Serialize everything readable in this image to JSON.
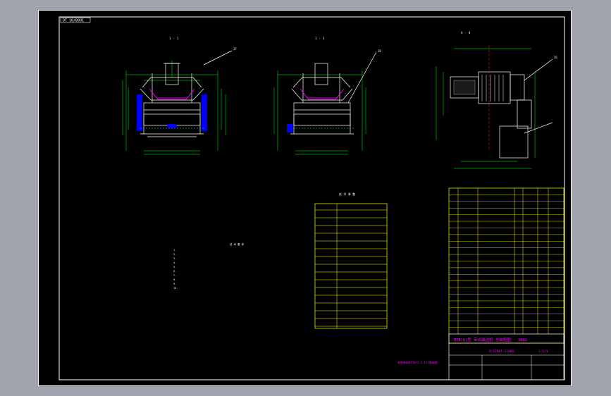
{
  "sheet": {
    "tag": "DT 10/8001",
    "title": "DTⅡ(A)型 带式输送机 总装配图 - 2002",
    "drawing_no": "D-17001-2100G",
    "scale": "1:1/1"
  },
  "views": [
    {
      "label": "1 - 1",
      "callout": "27"
    },
    {
      "label": "1 - 1",
      "callout": "28"
    },
    {
      "label": "4 - 4",
      "callout": "26"
    }
  ],
  "notes": {
    "title": "技 术 要 求",
    "items": [
      "1.",
      "2.",
      "3.",
      "4.",
      "5.",
      "6.",
      "7.",
      "8.",
      "9.",
      "10."
    ]
  },
  "spec_table": {
    "title": "技 术 参 数"
  },
  "bom": {
    "rows": 22
  },
  "bottom_note": "本图参照DT10/2.2.1/1基础图",
  "colors": {
    "frame": "#ffffff",
    "line": "#ffffff",
    "dim": "#00ff00",
    "text": "#ff00ff",
    "table": "#ffff00",
    "accent": "#0000ff"
  },
  "icons": []
}
